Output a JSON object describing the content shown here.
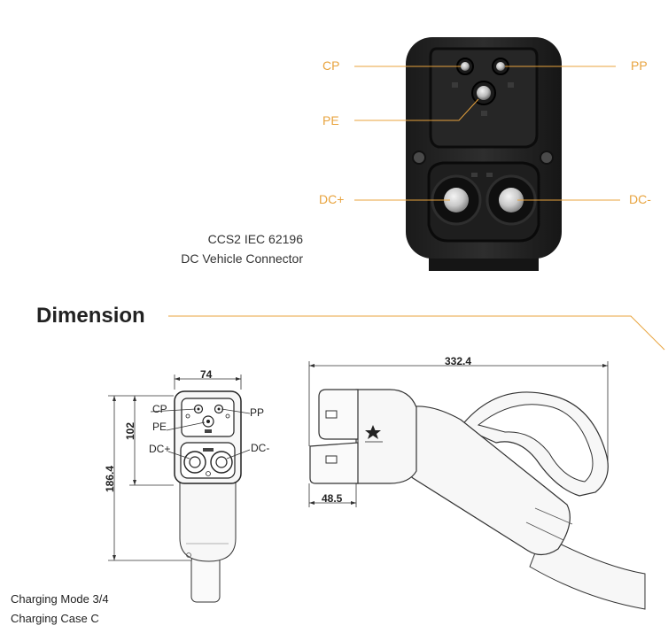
{
  "top_photo": {
    "pin_labels": {
      "cp": "CP",
      "pp": "PP",
      "pe": "PE",
      "dc_plus": "DC+",
      "dc_minus": "DC-"
    },
    "caption_line1": "CCS2 IEC 62196",
    "caption_line2": "DC Vehicle Connector",
    "label_color": "#e8a33d"
  },
  "section": {
    "title": "Dimension"
  },
  "front_drawing": {
    "width_dim": "74",
    "height_dim_total": "186.4",
    "height_dim_upper": "102",
    "pin_labels": {
      "cp": "CP",
      "pp": "PP",
      "pe": "PE",
      "dc_plus": "DC+",
      "dc_minus": "DC-"
    }
  },
  "side_drawing": {
    "length_dim": "332.4",
    "nose_dim": "48.5"
  },
  "footer": {
    "line1": "Charging Mode 3/4",
    "line2": "Charging Case C"
  }
}
